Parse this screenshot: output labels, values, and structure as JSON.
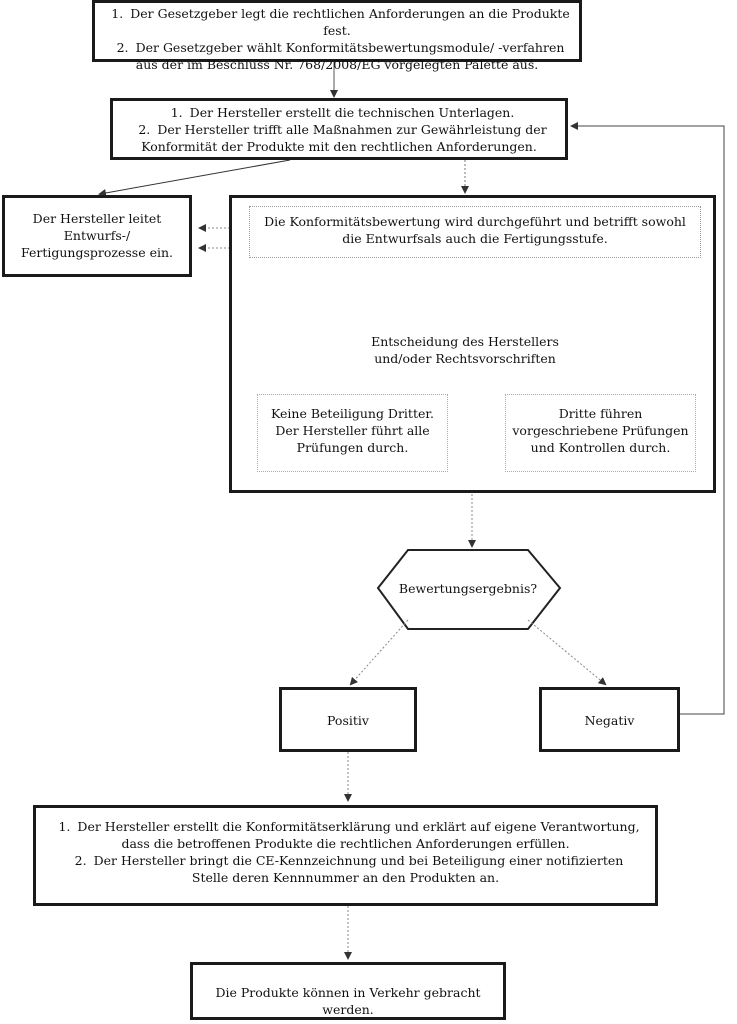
{
  "box1": {
    "items": [
      {
        "num": "1.",
        "text": "Der Gesetzgeber legt die rechtlichen Anforderungen an die Produkte fest."
      },
      {
        "num": "2.",
        "text": "Der Gesetzgeber wählt Konformitätsbewertungsmodule/ -verfahren aus der im Beschluss Nr. 768/2008/EG vorgelegten Palette aus."
      }
    ]
  },
  "box2": {
    "items": [
      {
        "num": "1.",
        "text": "Der Hersteller erstellt die technischen Unterlagen."
      },
      {
        "num": "2.",
        "text": "Der Hersteller trifft alle Maßnahmen zur Gewährleistung der Konformität der Produkte mit den rechtlichen Anforderungen."
      }
    ]
  },
  "design_box": {
    "text": "Der Hersteller leitet Entwurfs-/ Fertigungsprozesse ein."
  },
  "assessment": {
    "title": "Die Konformitätsbewertung wird durchgeführt und betrifft sowohl die Entwurfsals auch die Fertigungsstufe.",
    "decision": "Entscheidung des Herstellers und/oder Rechtsvorschriften",
    "left": "Keine Beteiligung Dritter. Der Hersteller führt alle Prüfungen durch.",
    "right": "Dritte führen vorgeschriebene Prüfungen und Kontrollen durch."
  },
  "result": {
    "label": "Bewertungsergebnis?"
  },
  "positive": {
    "label": "Positiv"
  },
  "negative": {
    "label": "Negativ"
  },
  "declaration": {
    "items": [
      {
        "num": "1.",
        "text": "Der Hersteller erstellt die Konformitätserklärung und erklärt auf eigene Verantwortung, dass die betroffenen Produkte die rechtlichen Anforderungen erfüllen."
      },
      {
        "num": "2.",
        "text": "Der Hersteller bringt die CE-Kennzeichnung und bei Beteiligung einer notifizierten Stelle deren Kennnummer an den Produkten an."
      }
    ]
  },
  "final": {
    "text": "Die Produkte können in Verkehr gebracht werden."
  }
}
